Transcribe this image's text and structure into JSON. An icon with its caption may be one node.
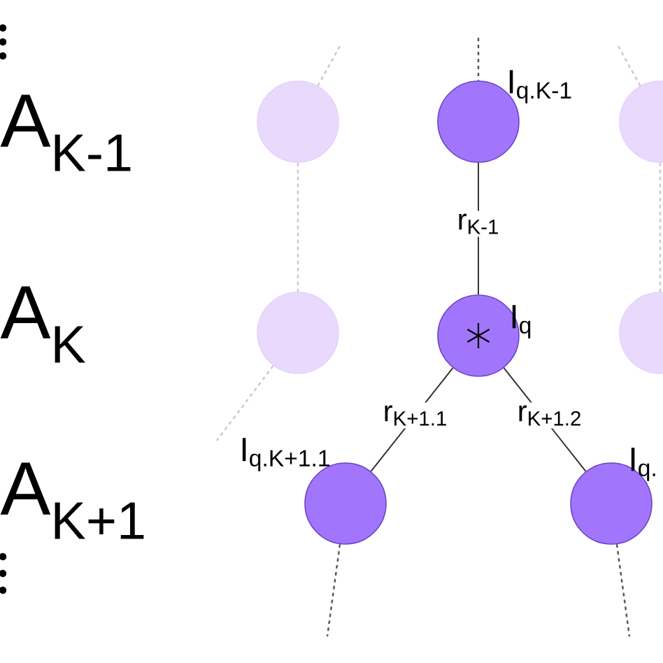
{
  "diagram": {
    "nodes": [
      {
        "text": [],
        "shape": "circle"
      },
      {
        "text": [],
        "shape": "circle",
        "beside": [
          "I$_{q.K-1}$"
        ]
      },
      {
        "text": [],
        "shape": "circle"
      },
      {
        "text": [],
        "shape": "circle"
      },
      {
        "text": [],
        "shape": "circle",
        "beside": [
          "I$_{q}$"
        ]
      },
      {
        "text": [],
        "shape": "circle"
      },
      {
        "text": [],
        "shape": "circle",
        "beside": [
          "I$_{q.K+1.1}$"
        ]
      },
      {
        "text": [],
        "shape": "circle",
        "beside": [
          "I$_{q.}$"
        ]
      }
    ],
    "edges": [
      {
        "from": 1,
        "to": 4,
        "arrow": "none",
        "label": "r$_{K-1}$",
        "color": "#333333"
      },
      {
        "from": 4,
        "to": 6,
        "arrow": "none",
        "label": "r$_{K+1.1}$",
        "color": "#333333"
      },
      {
        "from": 4,
        "to": 7,
        "arrow": "none",
        "label": "r$_{K+1.2}$",
        "color": "#333333"
      },
      {
        "from": 0,
        "to": 3,
        "arrow": "none",
        "style": "dashed",
        "color": "#c8c8c8"
      },
      {
        "from": 2,
        "to": 5,
        "arrow": "none",
        "style": "dashed",
        "color": "#c8c8c8"
      },
      {
        "from": null,
        "to": 0,
        "arrow": "none",
        "style": "dashed",
        "color": "#c8c8c8"
      },
      {
        "from": null,
        "to": 2,
        "arrow": "none",
        "style": "dashed",
        "color": "#c8c8c8"
      },
      {
        "from": null,
        "to": 1,
        "arrow": "none",
        "style": "dashed",
        "color": "#555555"
      },
      {
        "from": 3,
        "to": null,
        "arrow": "none",
        "style": "dashed",
        "color": "#c8c8c8"
      },
      {
        "from": 6,
        "to": null,
        "arrow": "none",
        "style": "dashed",
        "color": "#555555"
      },
      {
        "from": 7,
        "to": null,
        "arrow": "none",
        "style": "dashed",
        "color": "#555555"
      }
    ],
    "labels": [
      "A$_{K-1}$",
      "A$_{K}$",
      "A$_{K+1}$"
    ]
  }
}
